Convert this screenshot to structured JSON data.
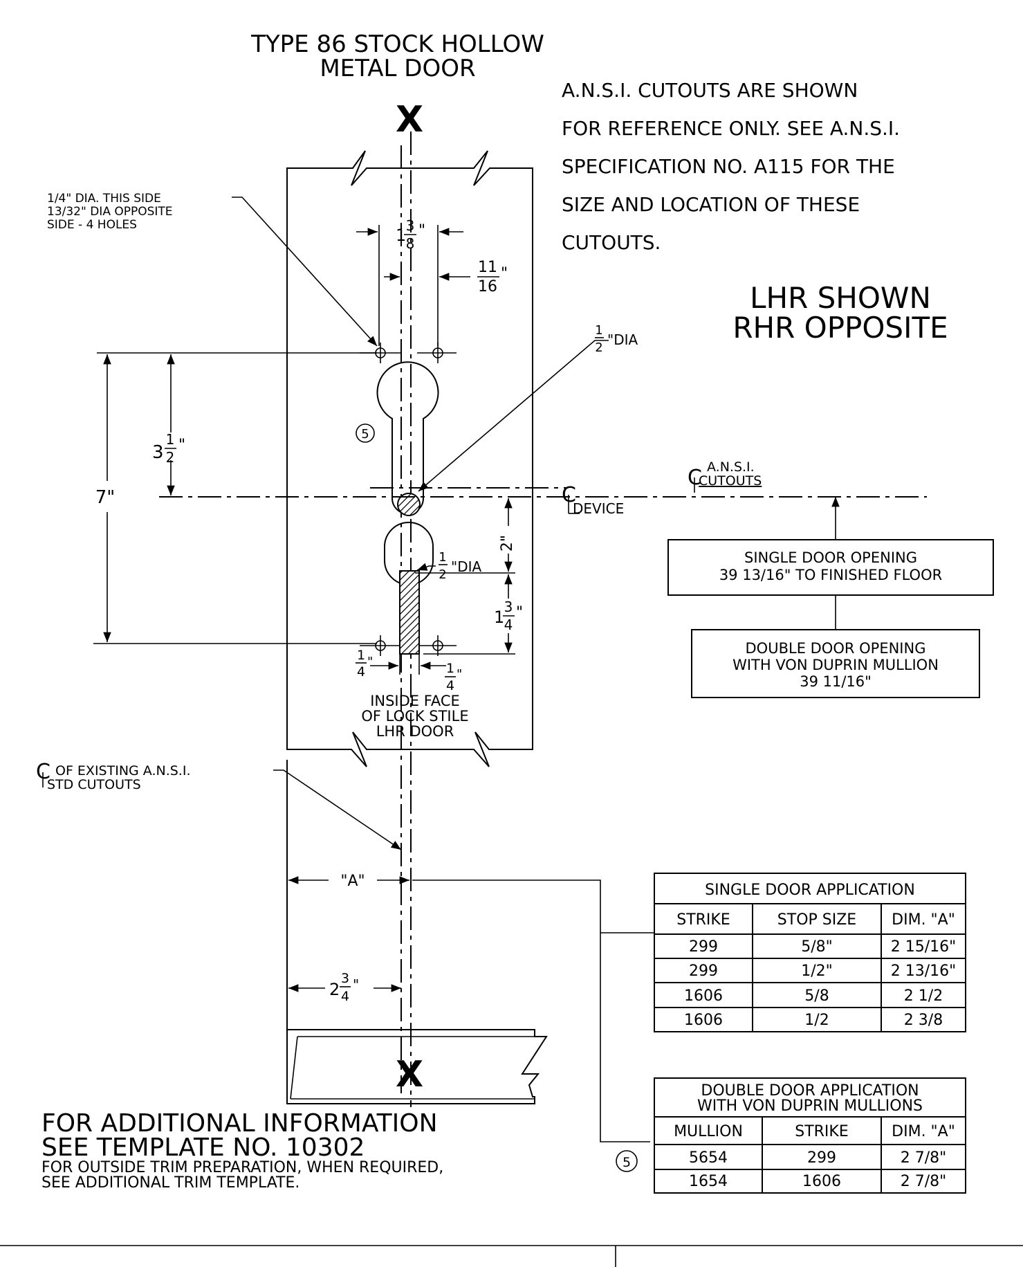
{
  "title": {
    "line1": "TYPE 86 STOCK HOLLOW",
    "line2": "METAL DOOR"
  },
  "note_ansi": [
    "A.N.S.I. CUTOUTS ARE SHOWN",
    "FOR REFERENCE ONLY. SEE A.N.S.I.",
    "SPECIFICATION NO. A115 FOR THE",
    "SIZE AND LOCATION OF THESE",
    "CUTOUTS."
  ],
  "hand": {
    "line1": "LHR SHOWN",
    "line2": "RHR OPPOSITE"
  },
  "holes_note": [
    "1/4\" DIA. THIS SIDE",
    "13/32\" DIA OPPOSITE",
    "SIDE - 4 HOLES"
  ],
  "x_mark": "X",
  "dims": {
    "d138_whole": "1",
    "d138_num": "3",
    "d138_den": "8",
    "d1116_num": "11",
    "d1116_den": "16",
    "half_num": "1",
    "half_den": "2",
    "dia": "\"DIA",
    "d312_whole": "3",
    "d312_num": "1",
    "d312_den": "2",
    "seven": "7\"",
    "two": "2\"",
    "d134_whole": "1",
    "d134_num": "3",
    "d134_den": "4",
    "q_num": "1",
    "q_den": "4",
    "a": "\"A\"",
    "d234_whole": "2",
    "d234_num": "3",
    "d234_den": "4"
  },
  "circled_five": "5",
  "centerline": {
    "device": "DEVICE",
    "ansi1": "A.N.S.I.",
    "ansi2": "CUTOUTS"
  },
  "stile_note": [
    "INSIDE FACE",
    "OF LOCK STILE",
    "LHR DOOR"
  ],
  "existing_note": [
    "OF EXISTING A.N.S.I.",
    "STD CUTOUTS"
  ],
  "single_box": [
    "SINGLE DOOR OPENING",
    "39 13/16\" TO FINISHED FLOOR"
  ],
  "double_box": [
    "DOUBLE DOOR OPENING",
    "WITH VON DUPRIN MULLION",
    "39 11/16\""
  ],
  "single_table": {
    "title": "SINGLE DOOR APPLICATION",
    "headers": [
      "STRIKE",
      "STOP SIZE",
      "DIM. \"A\""
    ],
    "rows": [
      [
        "299",
        "5/8\"",
        "2 15/16\""
      ],
      [
        "299",
        "1/2\"",
        "2 13/16\""
      ],
      [
        "1606",
        "5/8",
        "2 1/2"
      ],
      [
        "1606",
        "1/2",
        "2 3/8"
      ]
    ]
  },
  "double_table": {
    "title1": "DOUBLE DOOR APPLICATION",
    "title2": "WITH VON DUPRIN MULLIONS",
    "headers": [
      "MULLION",
      "STRIKE",
      "DIM. \"A\""
    ],
    "rows": [
      [
        "5654",
        "299",
        "2 7/8\""
      ],
      [
        "1654",
        "1606",
        "2 7/8\""
      ]
    ]
  },
  "footer_note": [
    "FOR ADDITIONAL INFORMATION",
    "SEE TEMPLATE NO. 10302",
    "FOR OUTSIDE TRIM PREPARATION, WHEN REQUIRED,",
    "SEE ADDITIONAL TRIM TEMPLATE."
  ]
}
